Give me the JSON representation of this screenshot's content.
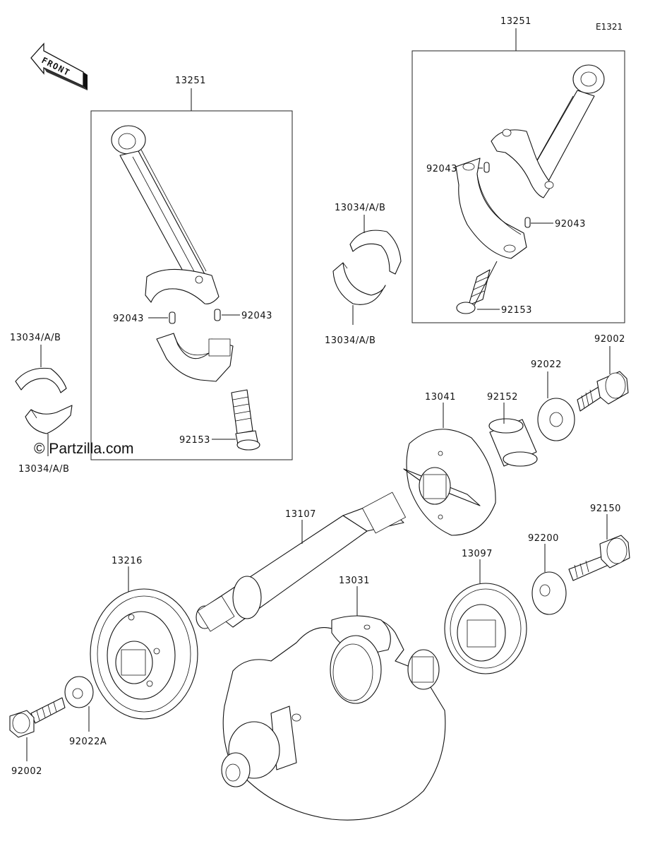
{
  "diagram_code": "E1321",
  "front_label": "FRONT",
  "watermark": "© Partzilla.com",
  "groups": {
    "left_conrod_assy": "13251",
    "right_conrod_assy": "13251"
  },
  "parts": {
    "p13251_left": "13251",
    "p13251_right": "13251",
    "p92043_l1": "92043",
    "p92043_l2": "92043",
    "p92043_r1": "92043",
    "p92043_r2": "92043",
    "p92153_left": "92153",
    "p92153_right": "92153",
    "p13034_mid_top": "13034/A/B",
    "p13034_mid_bot": "13034/A/B",
    "p13034_left_top": "13034/A/B",
    "p13034_left_bot": "13034/A/B",
    "p92002_top": "92002",
    "p92002_bot": "92002",
    "p92022": "92022",
    "p92022A": "92022A",
    "p92152": "92152",
    "p13041": "13041",
    "p13107": "13107",
    "p92150": "92150",
    "p92200": "92200",
    "p13097": "13097",
    "p13216": "13216",
    "p13031": "13031"
  }
}
